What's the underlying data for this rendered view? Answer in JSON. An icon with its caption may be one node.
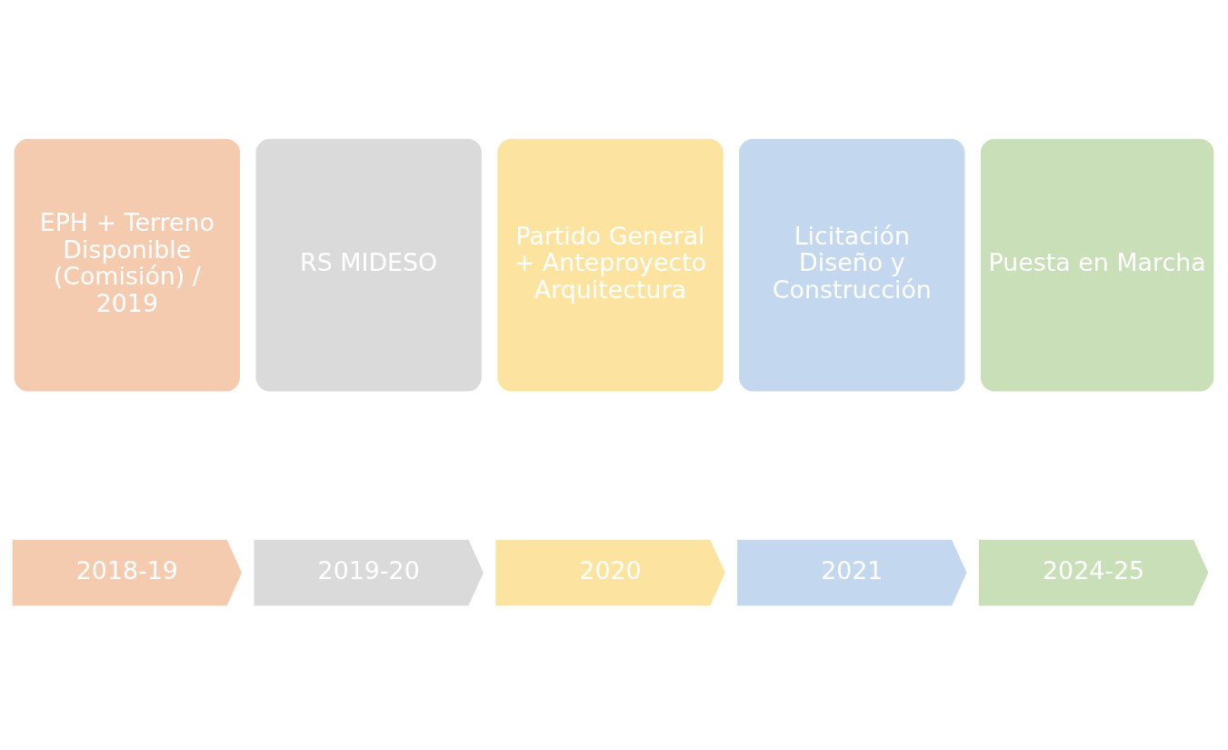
{
  "diagram": {
    "nodes": [
      {
        "text": [
          "EPH + Terreno Disponible (Comisión) / 2019"
        ]
      },
      {
        "text": [
          "RS MIDESO"
        ]
      },
      {
        "text": [
          "Partido General + Anteproyecto Arquitectura"
        ]
      },
      {
        "text": [
          "Licitación Diseño y Construcción"
        ]
      },
      {
        "text": [
          "Puesta en Marcha"
        ]
      },
      {
        "text": [
          "2018-19"
        ]
      },
      {
        "text": [
          "2019-20"
        ]
      },
      {
        "text": [
          "2020"
        ]
      },
      {
        "text": [
          "2021"
        ]
      },
      {
        "text": [
          "2024-25"
        ]
      }
    ],
    "edges": []
  }
}
